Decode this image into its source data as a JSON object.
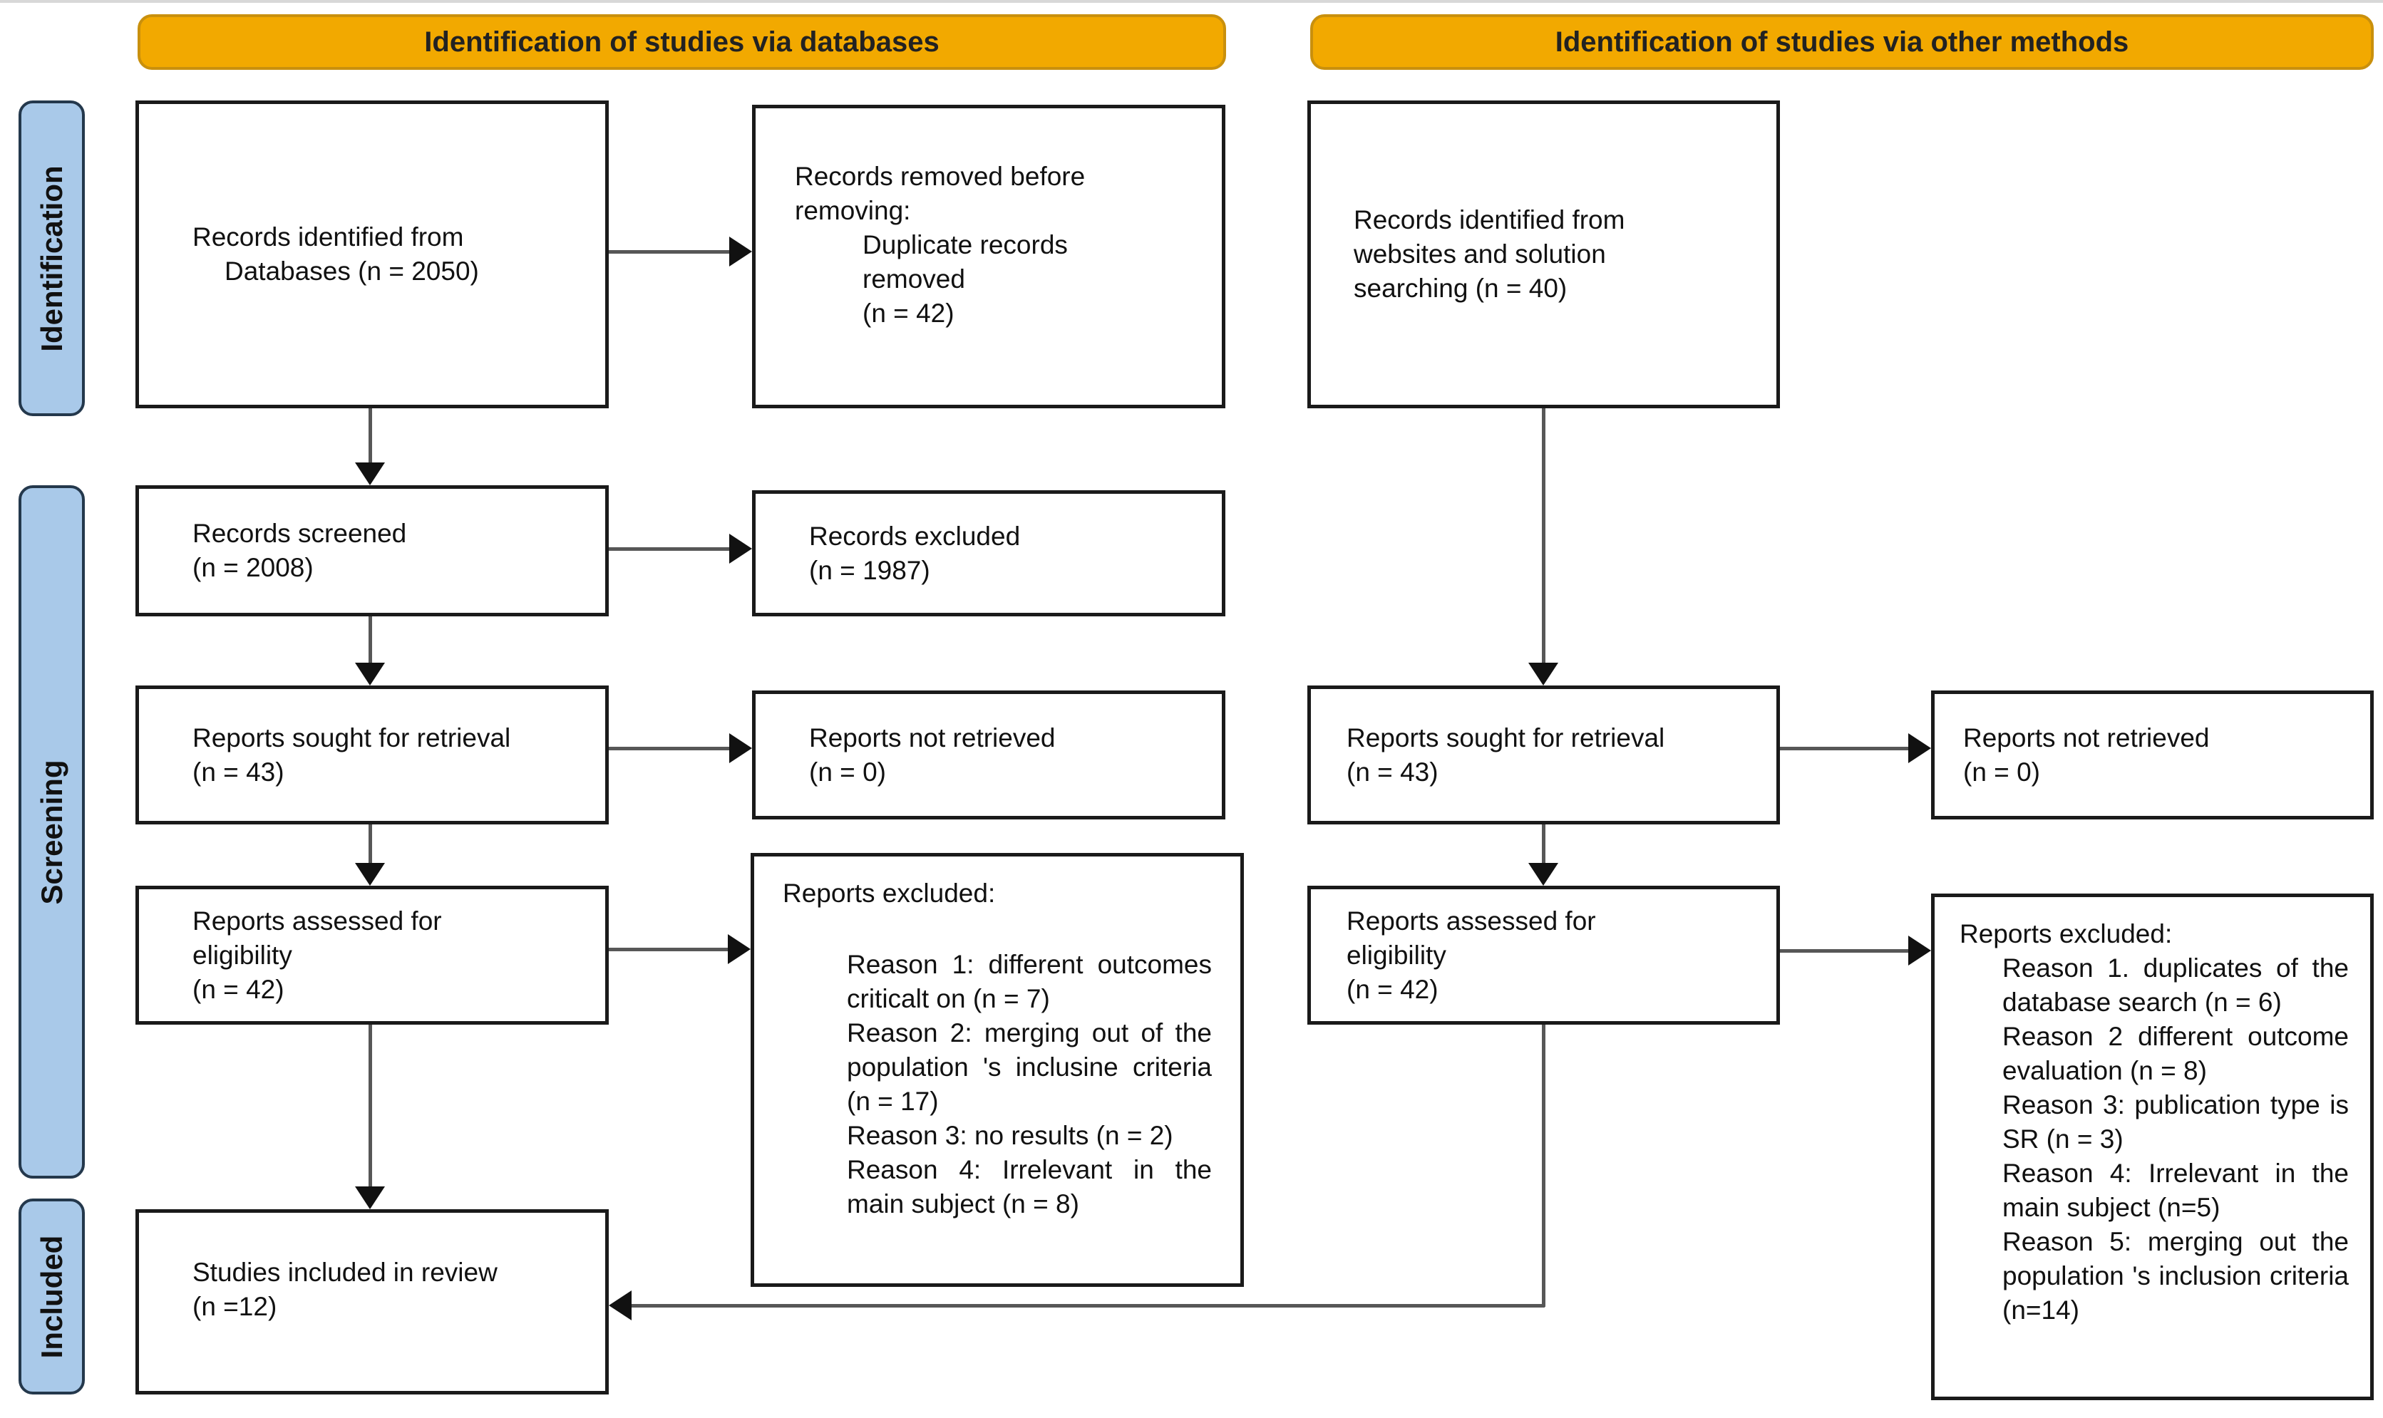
{
  "headers": {
    "left": "Identification of studies via databases",
    "right": "Identification of studies via other methods"
  },
  "sidebar": {
    "labels": [
      "Identification",
      "Screening",
      "Included"
    ]
  },
  "boxes": {
    "db_identified": {
      "lines": [
        "Records identified from",
        "Databases (n = 2050)"
      ]
    },
    "dup_removed": {
      "lines": [
        "Records removed before",
        "removing:"
      ],
      "sub": [
        "Duplicate records",
        "removed",
        "(n = 42)"
      ]
    },
    "screened": {
      "lines": [
        "Records screened",
        "(n = 2008)"
      ]
    },
    "records_excluded": {
      "lines": [
        "Records excluded",
        "(n = 1987)"
      ]
    },
    "sought_db": {
      "lines": [
        "Reports sought for retrieval",
        "(n = 43)"
      ]
    },
    "not_retrieved_db": {
      "lines": [
        "Reports not retrieved",
        "(n = 0)"
      ]
    },
    "assessed_db": {
      "lines": [
        "Reports assessed for",
        "eligibility",
        "(n = 42)"
      ]
    },
    "excluded_db": {
      "title": "Reports excluded:",
      "reasons": [
        "Reason 1: different outcomes criticalt on (n = 7)",
        "Reason 2: merging out of the population 's inclusine criteria (n = 17)",
        "Reason 3: no results (n = 2)",
        "Reason 4: Irrelevant in the main subject (n = 8)"
      ]
    },
    "included": {
      "lines": [
        "Studies included in review",
        "(n =12)"
      ]
    },
    "web_identified": {
      "lines": [
        "Records identified from",
        "websites and solution",
        "searching (n = 40)"
      ]
    },
    "sought_other": {
      "lines": [
        "Reports sought for retrieval",
        "(n = 43)"
      ]
    },
    "not_retrieved_other": {
      "lines": [
        "Reports not retrieved",
        "(n = 0)"
      ]
    },
    "assessed_other": {
      "lines": [
        "Reports assessed for",
        "eligibility",
        "(n = 42)"
      ]
    },
    "excluded_other": {
      "title": "Reports excluded:",
      "reasons": [
        "Reason 1. duplicates of the database search (n = 6)",
        "Reason 2 different outcome evaluation (n = 8)",
        "Reason 3: publication type is SR (n = 3)",
        "Reason 4: Irrelevant in the main subject (n=5)",
        "Reason 5: merging out the population 's inclusion criteria (n=14)"
      ]
    }
  },
  "colors": {
    "header_bg": "#F2A900",
    "sidebar_bg": "#A9C9E9",
    "box_border": "#1a1a1a",
    "connector_line": "#575757",
    "arrowhead": "#111111"
  }
}
